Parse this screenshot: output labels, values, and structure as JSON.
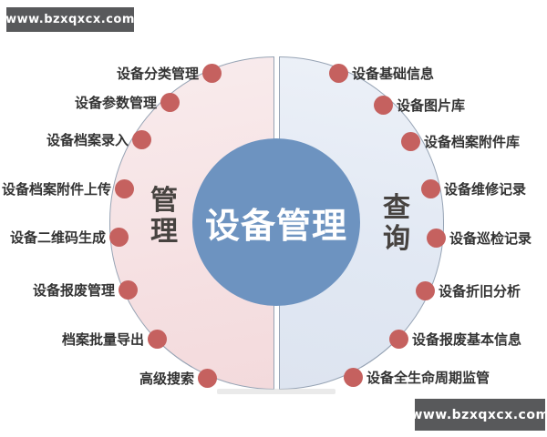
{
  "watermarks": {
    "top_left": "www.bzxqxcx.com",
    "bottom_right": "www.bzxqxcx.com"
  },
  "diagram": {
    "center_title": "设备管理",
    "left_section": {
      "label": "管理",
      "items": [
        {
          "label": "设备分类管理"
        },
        {
          "label": "设备参数管理"
        },
        {
          "label": "设备档案录入"
        },
        {
          "label": "设备档案附件上传"
        },
        {
          "label": "设备二维码生成"
        },
        {
          "label": "设备报废管理"
        },
        {
          "label": "档案批量导出"
        },
        {
          "label": "高级搜索"
        }
      ]
    },
    "right_section": {
      "label": "查询",
      "items": [
        {
          "label": "设备基础信息"
        },
        {
          "label": "设备图片库"
        },
        {
          "label": "设备档案附件库"
        },
        {
          "label": "设备维修记录"
        },
        {
          "label": "设备巡检记录"
        },
        {
          "label": "设备折旧分析"
        },
        {
          "label": "设备报废基本信息"
        },
        {
          "label": "设备全生命周期监管"
        }
      ]
    },
    "colors": {
      "left_half": "#f5dfe1",
      "right_half": "#e1e8f3",
      "center_circle": "#6d93c0",
      "dot": "#c5615f",
      "banner": "#58595b"
    }
  }
}
